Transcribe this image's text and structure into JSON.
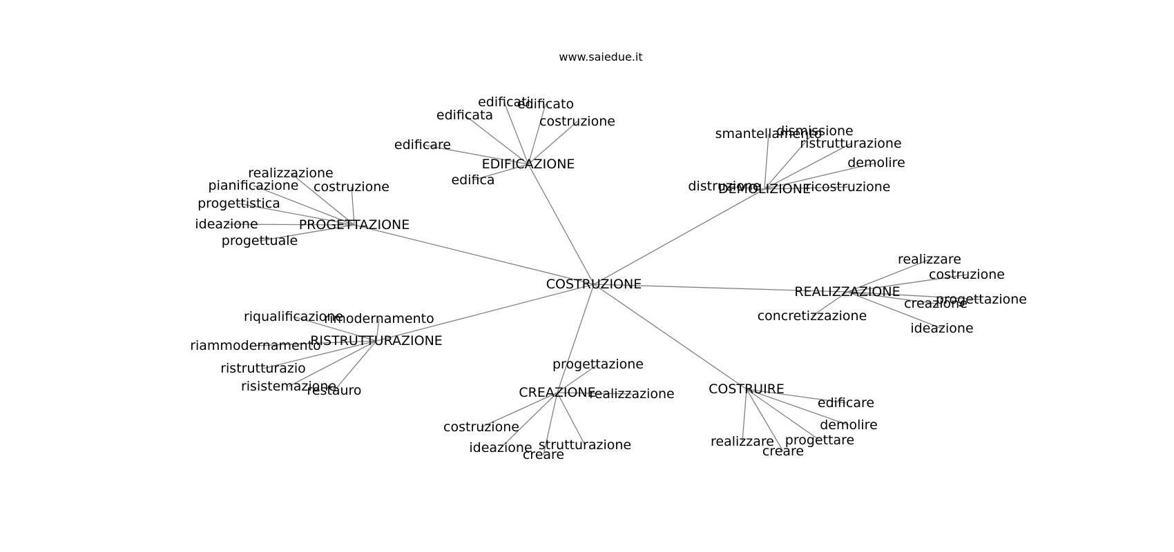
{
  "title": "www.saiedue.it",
  "colors": {
    "edge": "#808080",
    "text": "#000000",
    "background": "#ffffff"
  },
  "root": "COSTRUZIONE",
  "hubs": [
    {
      "label": "EDIFICAZIONE",
      "leaves": [
        "edificati",
        "edificato",
        "edificata",
        "costruzione",
        "edificare",
        "edifica"
      ]
    },
    {
      "label": "DEMOLIZIONE",
      "leaves": [
        "smantellamento",
        "dismissione",
        "ristrutturazione",
        "demolire",
        "distruzione",
        "ricostruzione"
      ]
    },
    {
      "label": "PROGETTAZIONE",
      "leaves": [
        "realizzazione",
        "pianificazione",
        "costruzione",
        "progettistica",
        "ideazione",
        "progettuale"
      ]
    },
    {
      "label": "REALIZZAZIONE",
      "leaves": [
        "realizzare",
        "costruzione",
        "progettazione",
        "creazione",
        "concretizzazione",
        "ideazione"
      ]
    },
    {
      "label": "RISTRUTTURAZIONE",
      "leaves": [
        "riqualificazione",
        "rimodernamento",
        "riammodernamento",
        "ristrutturazio",
        "risistemazione",
        "restauro"
      ]
    },
    {
      "label": "CREAZIONE",
      "leaves": [
        "progettazione",
        "realizzazione",
        "costruzione",
        "ideazione",
        "creare",
        "strutturazione"
      ]
    },
    {
      "label": "COSTRUIRE",
      "leaves": [
        "edificare",
        "demolire",
        "realizzare",
        "progettare",
        "creare"
      ]
    }
  ]
}
